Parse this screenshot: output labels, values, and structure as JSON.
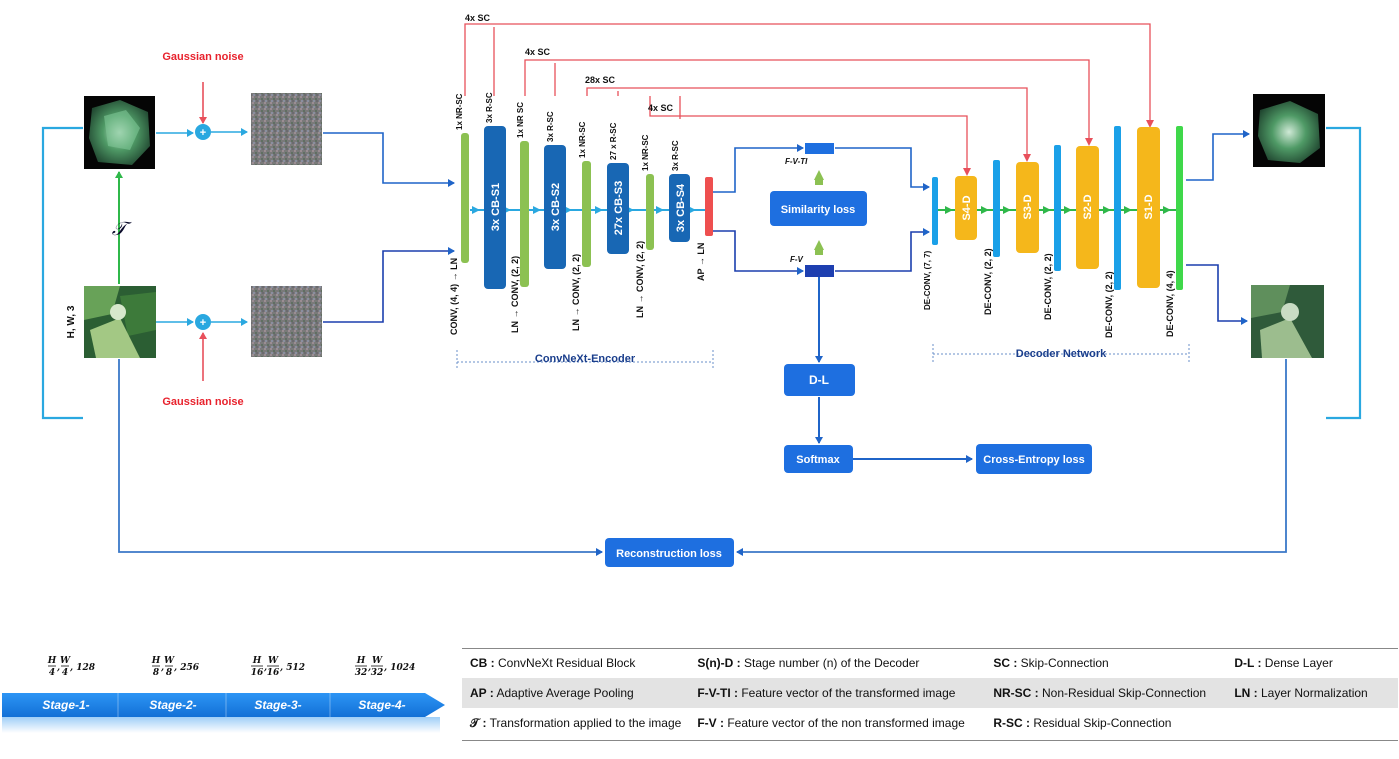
{
  "encoder": {
    "title": "ConvNeXt-Encoder",
    "conv_label": "CONV, (4, 4) → LN",
    "blocks": [
      {
        "label": "3x CB-S1",
        "skip": "3x R-SC"
      },
      {
        "label": "3x CB-S2",
        "skip": "3x R-SC"
      },
      {
        "label": "27x CB-S3",
        "skip": "27 x R-SC"
      },
      {
        "label": "3x CB-S4",
        "skip": "3x R-SC"
      }
    ],
    "ln_skips": [
      "1x NR-SC",
      "1x NR SC",
      "1x NR-SC",
      "1x NR-SC"
    ],
    "down_label": "LN → CONV, (2, 2)",
    "pool_label": "AP → LN"
  },
  "top_skips": [
    "4x SC",
    "4x SC",
    "28x SC",
    "4x SC"
  ],
  "noise_label": "Gaussian noise",
  "plus_sign": "+",
  "transform_symbol": "𝒯",
  "input_dims": "H, W, 3",
  "vectors": {
    "transformed": "F-V-TI",
    "original": "F-V"
  },
  "losses": {
    "similarity": "Similarity loss",
    "cross_entropy": "Cross-Entropy loss",
    "reconstruction": "Reconstruction loss"
  },
  "dense": "D-L",
  "softmax": "Softmax",
  "decoder": {
    "title": "Decoder Network",
    "stages": [
      "S4-D",
      "S3-D",
      "S2-D",
      "S1-D"
    ],
    "deconvs": [
      "DE-CONV, (7, 7)",
      "DE-CONV, (2, 2)",
      "DE-CONV, (2, 2)",
      "DE-CONV, (2, 2)",
      "DE-CONV, (4, 4)"
    ]
  },
  "stages_bar": {
    "labels": [
      "Stage-1-",
      "Stage-2-",
      "Stage-3-",
      "Stage-4-"
    ],
    "dims": [
      {
        "h": "H",
        "hd": "4",
        "w": "W",
        "wd": "4",
        "c": ", 128"
      },
      {
        "h": "H",
        "hd": "8",
        "w": "W",
        "wd": "8",
        "c": ", 256"
      },
      {
        "h": "H",
        "hd": "16",
        "w": "W",
        "wd": "16",
        "c": ", 512"
      },
      {
        "h": "H",
        "hd": "32",
        "w": "W",
        "wd": "32",
        "c": ", 1024"
      }
    ]
  },
  "legend": [
    [
      {
        "k": "CB :",
        "v": "ConvNeXt Residual Block"
      },
      {
        "k": "S(n)-D :",
        "v": "Stage number (n) of the Decoder"
      },
      {
        "k": "SC :",
        "v": "Skip-Connection"
      },
      {
        "k": "D-L :",
        "v": "Dense Layer"
      }
    ],
    [
      {
        "k": "AP :",
        "v": "Adaptive Average Pooling"
      },
      {
        "k": "F-V-TI :",
        "v": "Feature vector of the transformed image"
      },
      {
        "k": "NR-SC :",
        "v": "Non-Residual Skip-Connection"
      },
      {
        "k": "LN :",
        "v": "Layer Normalization"
      }
    ],
    [
      {
        "k": "𝒯 :",
        "v": "Transformation applied to the image"
      },
      {
        "k": "F-V :",
        "v": "Feature vector of the non transformed image"
      },
      {
        "k": "R-SC :",
        "v": "Residual Skip-Connection"
      },
      {
        "k": "",
        "v": ""
      }
    ]
  ],
  "colors": {
    "skip_red": "#e8505b",
    "line_blue": "#1f64c8",
    "light_blue": "#2aa8e0",
    "encoder_blue": "#1867b4",
    "ln_green": "#8cc152",
    "decoder_yellow": "#f5b71b",
    "decoder_green": "#2fb84a",
    "box_blue": "#1e6fe0",
    "stage_bar": "#1a86f0"
  }
}
